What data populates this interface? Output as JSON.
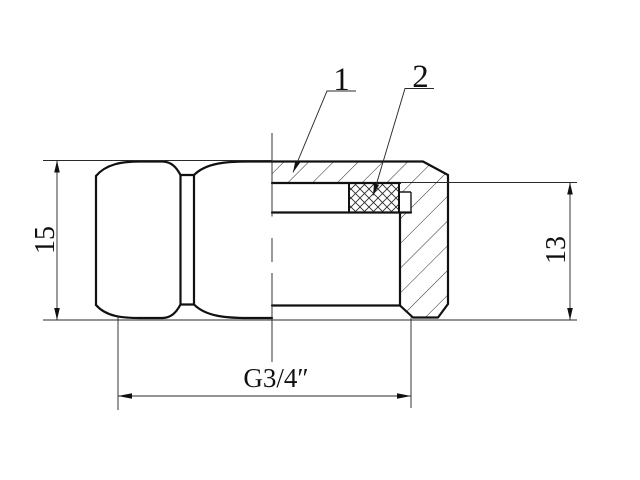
{
  "callouts": [
    {
      "label": "1"
    },
    {
      "label": "2"
    }
  ],
  "dimensions": {
    "left_height": "15",
    "right_depth": "13",
    "thread_size": "G3/4″"
  },
  "colors": {
    "ink": "#111111",
    "thin_line": "#2a2a2a",
    "paper": "#ffffff"
  }
}
